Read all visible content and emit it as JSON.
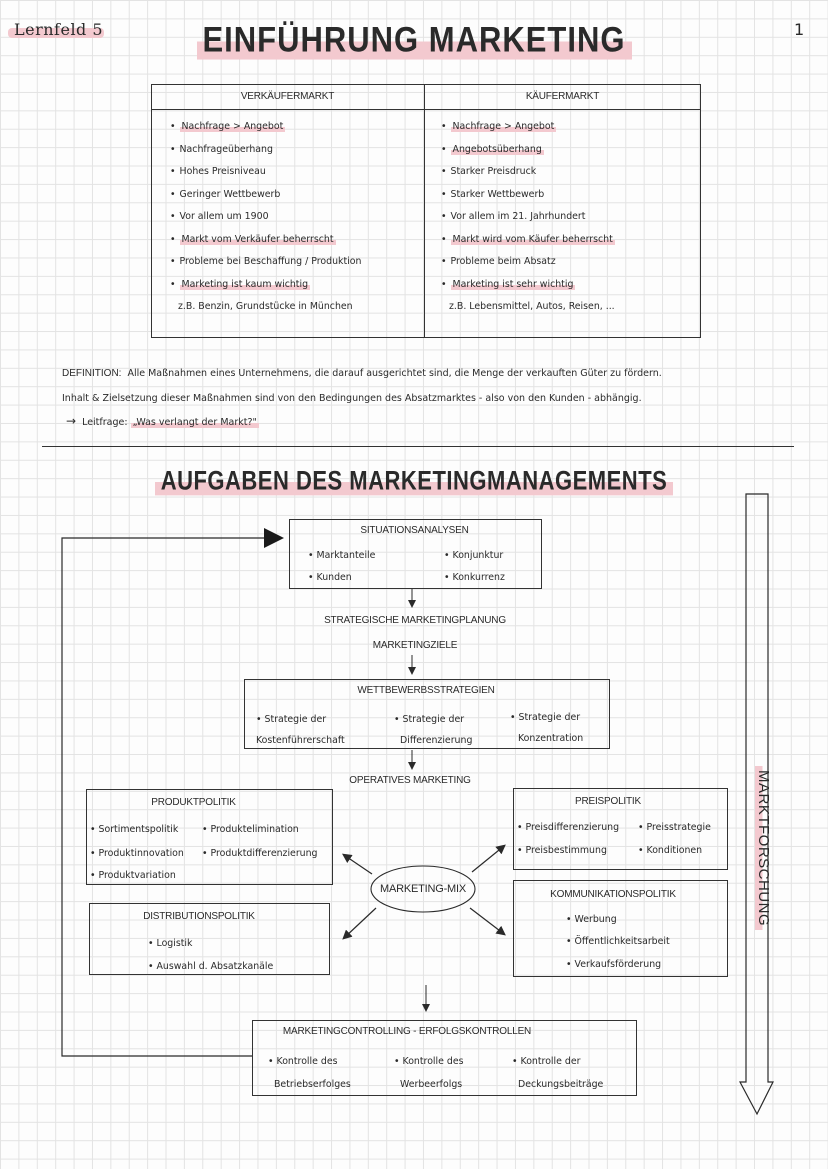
{
  "header": {
    "lernfeld": "Lernfeld 5",
    "page_number": "1",
    "title": "EINFÜHRUNG MARKETING"
  },
  "comparison_table": {
    "left": {
      "heading": "VERKÄUFERMARKT",
      "items": [
        "Nachfrage > Angebot",
        "Nachfrageüberhang",
        "Hohes Preisniveau",
        "Geringer Wettbewerb",
        "Vor allem um 1900",
        "Markt vom Verkäufer beherrscht",
        "Probleme bei Beschaffung / Produktion",
        "Marketing ist kaum wichtig"
      ],
      "example": "z.B. Benzin, Grundstücke in München"
    },
    "right": {
      "heading": "KÄUFERMARKT",
      "items": [
        "Nachfrage > Angebot",
        "Angebotsüberhang",
        "Starker Preisdruck",
        "Starker Wettbewerb",
        "Vor allem im 21. Jahrhundert",
        "Markt wird vom Käufer beherrscht",
        "Probleme beim Absatz",
        "Marketing ist sehr wichtig"
      ],
      "example": "z.B. Lebensmittel, Autos, Reisen, ..."
    }
  },
  "definition": {
    "label": "DEFINITION:",
    "line1": "Alle Maßnahmen eines Unternehmens, die darauf ausgerichtet sind, die Menge der verkauften Güter zu fördern.",
    "line2": "Inhalt & Zielsetzung dieser Maßnahmen sind von den Bedingungen des Absatzmarktes - also von den Kunden - abhängig.",
    "arrow": "→",
    "leitfrage_label": "Leitfrage:",
    "leitfrage": "„Was verlangt der Markt?\""
  },
  "section_title": "AUFGABEN DES MARKETINGMANAGEMENTS",
  "side_label": "MARKTFORSCHUNG",
  "situationsanalysen": {
    "title": "SITUATIONSANALYSEN",
    "items": [
      "Marktanteile",
      "Konjunktur",
      "Kunden",
      "Konkurrenz"
    ]
  },
  "strategische_planung": "STRATEGISCHE MARKETINGPLANUNG",
  "marketingziele": "MARKETINGZIELE",
  "wettbewerbsstrategien": {
    "title": "WETTBEWERBSSTRATEGIEN",
    "items": [
      {
        "line1": "Strategie der",
        "line2": "Kostenführerschaft"
      },
      {
        "line1": "Strategie der",
        "line2": "Differenzierung"
      },
      {
        "line1": "Strategie der",
        "line2": "Konzentration"
      }
    ]
  },
  "operatives_marketing": "OPERATIVES MARKETING",
  "produktpolitik": {
    "title": "PRODUKTPOLITIK",
    "items": [
      "Sortimentspolitik",
      "Produktelimination",
      "Produktinnovation",
      "Produktdifferenzierung",
      "Produktvariation"
    ]
  },
  "preispolitik": {
    "title": "PREISPOLITIK",
    "items": [
      "Preisdifferenzierung",
      "Preisstrategie",
      "Preisbestimmung",
      "Konditionen"
    ]
  },
  "marketing_mix": "MARKETING-MIX",
  "distributionspolitik": {
    "title": "DISTRIBUTIONSPOLITIK",
    "items": [
      "Logistik",
      "Auswahl d. Absatzkanäle"
    ]
  },
  "kommunikationspolitik": {
    "title": "KOMMUNIKATIONSPOLITIK",
    "items": [
      "Werbung",
      "Öffentlichkeitsarbeit",
      "Verkaufsförderung"
    ]
  },
  "controlling": {
    "title": "MARKETINGCONTROLLING - ERFOLGSKONTROLLEN",
    "items": [
      {
        "line1": "Kontrolle des",
        "line2": "Betriebserfolges"
      },
      {
        "line1": "Kontrolle des",
        "line2": "Werbeerfolgs"
      },
      {
        "line1": "Kontrolle der",
        "line2": "Deckungsbeiträge"
      }
    ]
  },
  "colors": {
    "highlight": "#f3c9cf",
    "ink": "#2a2a2a",
    "grid": "#e3e3e3"
  }
}
